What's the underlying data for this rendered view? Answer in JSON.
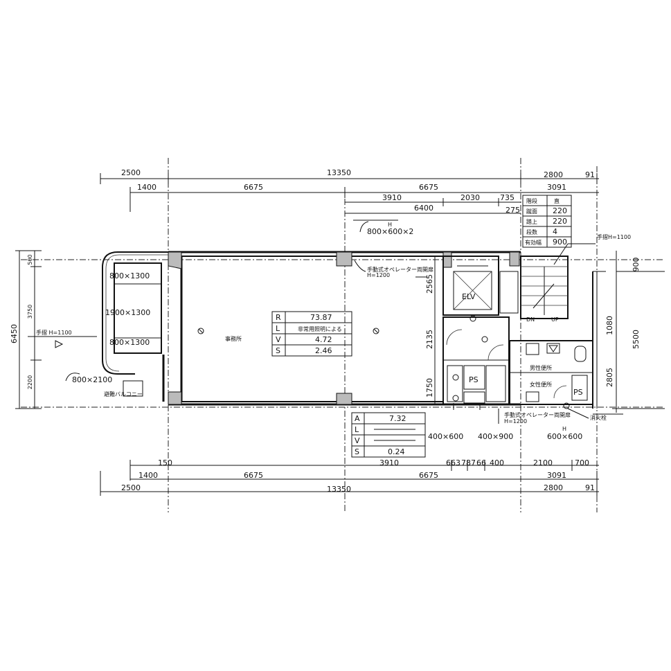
{
  "dims_top": {
    "row1": [
      "2500",
      "13350",
      "2800",
      "91"
    ],
    "row2": [
      "1400",
      "6675",
      "6675",
      "3091"
    ],
    "row3": [
      "3910",
      "2030",
      "735"
    ],
    "row4": [
      "6400",
      "275"
    ]
  },
  "dims_bottom": {
    "row1": [
      "150",
      "3910",
      "663",
      "787",
      "66",
      "400",
      "2100",
      "700"
    ],
    "row2": [
      "1400",
      "6675",
      "6675",
      "3091"
    ],
    "row3": [
      "2500",
      "13350",
      "2800",
      "91"
    ]
  },
  "dims_left": {
    "total": "6450",
    "parts": [
      "500",
      "3750",
      "2200"
    ]
  },
  "dims_center_vertical": [
    "2565",
    "2135",
    "1750"
  ],
  "dims_right_vertical": [
    "900",
    "1080",
    "2805",
    "5500"
  ],
  "windows": {
    "w1": "800×1300",
    "w2": "1900×1300",
    "w3": "800×1300"
  },
  "door_label": "800×2100",
  "balcony_label": "避難バルコニー",
  "handrail_left": "手摺 H=1100",
  "handrail_right": "手摺H=1100",
  "office_label": "事務所",
  "elv_label": "ELV",
  "ps_labels": [
    "PS",
    "PS"
  ],
  "mens_toilet": "男性便所",
  "womens_toilet": "女性便所",
  "ps_s": "PS",
  "opening_top": {
    "h": "H",
    "label": "800×600×2"
  },
  "opening_bottom": [
    "400×600",
    "400×900",
    "600×600"
  ],
  "opening_bottom_h": "H",
  "elevator_note_top": "手動式オペレーター両開扉",
  "elevator_note_top_h": "H=1200",
  "elevator_note_bottom": "手動式オペレーター両開扉",
  "elevator_note_bottom_h": "H=1200",
  "stair_dn": "DN",
  "stair_up": "UP",
  "hydrant": "消火栓",
  "table_main": [
    {
      "k": "R",
      "v": "73.87"
    },
    {
      "k": "L",
      "v": "非常用照明による"
    },
    {
      "k": "V",
      "v": "4.72"
    },
    {
      "k": "S",
      "v": "2.46"
    }
  ],
  "table_bottom": [
    {
      "k": "A",
      "v": "7.32"
    },
    {
      "k": "L",
      "v": ""
    },
    {
      "k": "V",
      "v": ""
    },
    {
      "k": "S",
      "v": "0.24"
    }
  ],
  "stair_table": [
    {
      "k": "階段",
      "v": "直"
    },
    {
      "k": "蹴面",
      "v": "220"
    },
    {
      "k": "踏上",
      "v": "220"
    },
    {
      "k": "段数",
      "v": "4"
    },
    {
      "k": "有効幅",
      "v": "900"
    }
  ]
}
